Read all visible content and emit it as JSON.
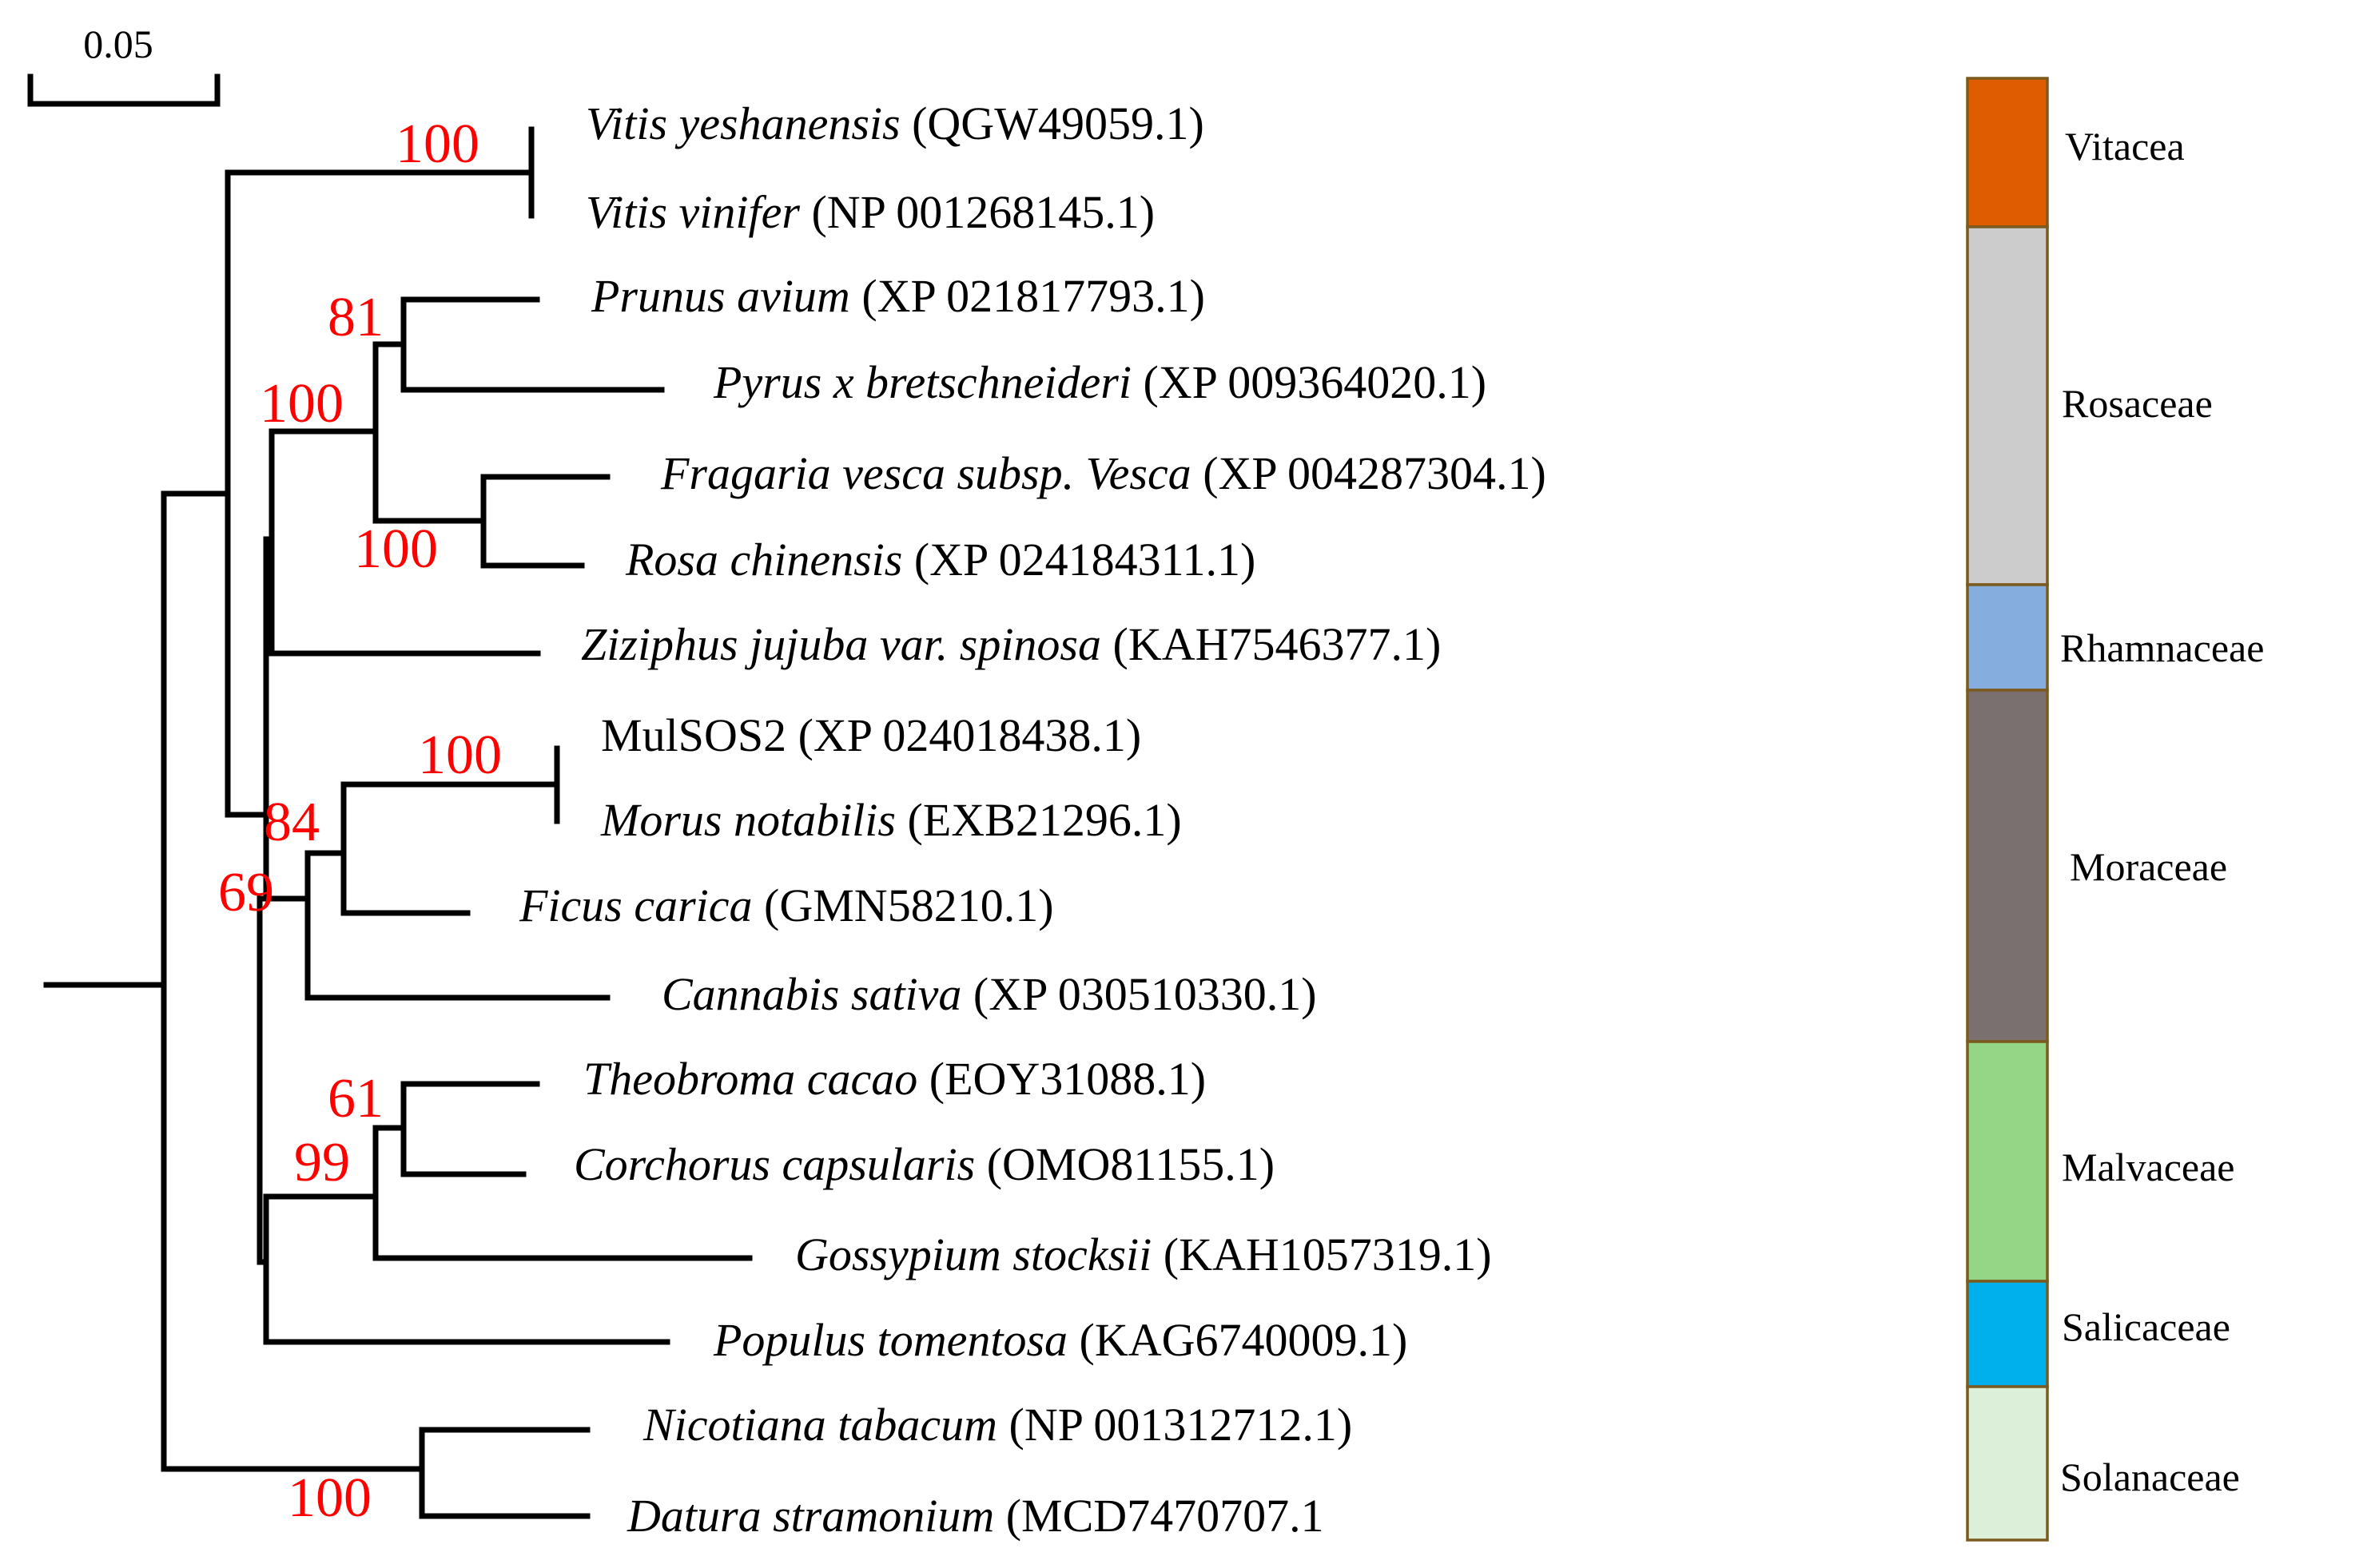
{
  "scale_bar": {
    "label": "0.05"
  },
  "colors": {
    "bootstrap": "#ff0000",
    "branch": "#000000"
  },
  "taxa": [
    {
      "species": "Vitis yeshanensis",
      "accession": "(QGW49059.1)"
    },
    {
      "species": "Vitis vinifer",
      "accession": "(NP 001268145.1)"
    },
    {
      "species": "Prunus avium",
      "accession": "(XP 021817793.1)"
    },
    {
      "species": "Pyrus x bretschneideri",
      "accession": "(XP 009364020.1)"
    },
    {
      "species": "Fragaria vesca subsp. Vesca",
      "accession": "(XP 004287304.1)"
    },
    {
      "species": "Rosa chinensis",
      "accession": "(XP 024184311.1)"
    },
    {
      "species": "Ziziphus jujuba var. spinosa",
      "accession": "(KAH7546377.1)"
    },
    {
      "species": "",
      "accession": "MulSOS2 (XP 024018438.1)"
    },
    {
      "species": "Morus notabilis",
      "accession": "(EXB21296.1)"
    },
    {
      "species": "Ficus carica",
      "accession": "(GMN58210.1)"
    },
    {
      "species": "Cannabis sativa",
      "accession": "(XP 030510330.1)"
    },
    {
      "species": "Theobroma cacao",
      "accession": "(EOY31088.1)"
    },
    {
      "species": "Corchorus capsularis",
      "accession": "(OMO81155.1)"
    },
    {
      "species": "Gossypium stocksii",
      "accession": "(KAH1057319.1)"
    },
    {
      "species": "Populus tomentosa",
      "accession": "(KAG6740009.1)"
    },
    {
      "species": "Nicotiana tabacum",
      "accession": "(NP 001312712.1)"
    },
    {
      "species": "Datura stramonium",
      "accession": "(MCD7470707.1"
    }
  ],
  "bootstrap": [
    "100",
    "81",
    "100",
    "100",
    "100",
    "84",
    "69",
    "61",
    "99",
    "100"
  ],
  "families": [
    {
      "name": "Vitacea",
      "color": "#e05c00"
    },
    {
      "name": "Rosaceae",
      "color": "#cccccc"
    },
    {
      "name": "Rhamnaceae",
      "color": "#85aedf"
    },
    {
      "name": "Moraceae",
      "color": "#7a7070"
    },
    {
      "name": "Malvaceae",
      "color": "#94d685"
    },
    {
      "name": "Salicaceae",
      "color": "#00b0ec"
    },
    {
      "name": "Solanaceae",
      "color": "#dcefd8"
    }
  ]
}
